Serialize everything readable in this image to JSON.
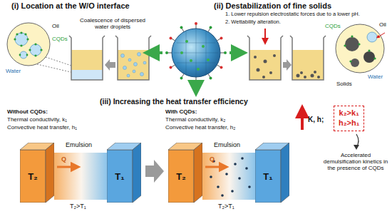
{
  "diagram": {
    "nodes": [
      {
        "text": [
          "T₂"
        ]
      },
      {
        "text": [
          "T₁"
        ]
      },
      {
        "text": [
          "T₂"
        ]
      },
      {
        "text": [
          "T₁"
        ]
      },
      {
        "text": [
          "k₂>k₁",
          "h₂>h₁"
        ]
      }
    ],
    "labels": [
      "(i) Location at the W/O interface",
      "Coalescence of dispersed water droplets",
      "Oil",
      "CQDs",
      "Water",
      "(ii) Destabilization of fine solids",
      "1. Lower repulsion electrostatic forces due to a lower pH.",
      "2. Wettability alteration.",
      "CQDs",
      "Oil",
      "Water",
      "Solids",
      "(iii) Increasing the heat transfer efficiency",
      "Without CQDs:",
      "Thermal conductivity, k₁",
      "Convective heat transfer, h₁",
      "Q",
      "Emulsion",
      "T₂>T₁",
      "With CQDs:",
      "Thermal conductivity, k₂",
      "Convective heat transfer, h₂",
      "Q",
      "Emulsion",
      "T₂>T₁",
      "K, h;",
      "Accelerated demulsification kinetics in the presence of CQDs"
    ]
  }
}
